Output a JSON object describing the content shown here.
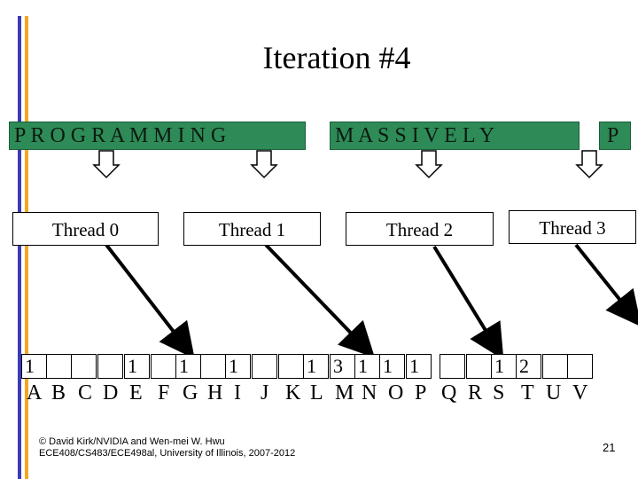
{
  "slide": {
    "title": "Iteration #4",
    "input_groups": [
      {
        "text": "P R O G R A M M I N G"
      },
      {
        "text": "M A S S I V E L Y"
      },
      {
        "text": "P"
      }
    ],
    "threads": [
      {
        "label": "Thread 0"
      },
      {
        "label": "Thread 1"
      },
      {
        "label": "Thread 2"
      },
      {
        "label": "Thread 3"
      }
    ],
    "histogram": {
      "bins": [
        "A",
        "B",
        "C",
        "D",
        "E",
        "F",
        "G",
        "H",
        "I",
        "J",
        "K",
        "L",
        "M",
        "N",
        "O",
        "P",
        "Q",
        "R",
        "S",
        "T",
        "U",
        "V"
      ],
      "counts": [
        "1",
        "",
        "",
        "",
        "1",
        "",
        "1",
        "",
        "1",
        "",
        "",
        "1",
        "3",
        "1",
        "1",
        "1",
        "",
        "",
        "1",
        "2",
        "",
        ""
      ]
    },
    "footer": {
      "copyright": "© David Kirk/NVIDIA and Wen-mei W. Hwu ECE408/CS483/ECE498al, University of Illinois, 2007-2012",
      "page_number": "21"
    },
    "colors": {
      "strip": "#2e8b57",
      "left_bar_blue": "#3b3bb8",
      "left_bar_orange": "#f5a623"
    }
  }
}
